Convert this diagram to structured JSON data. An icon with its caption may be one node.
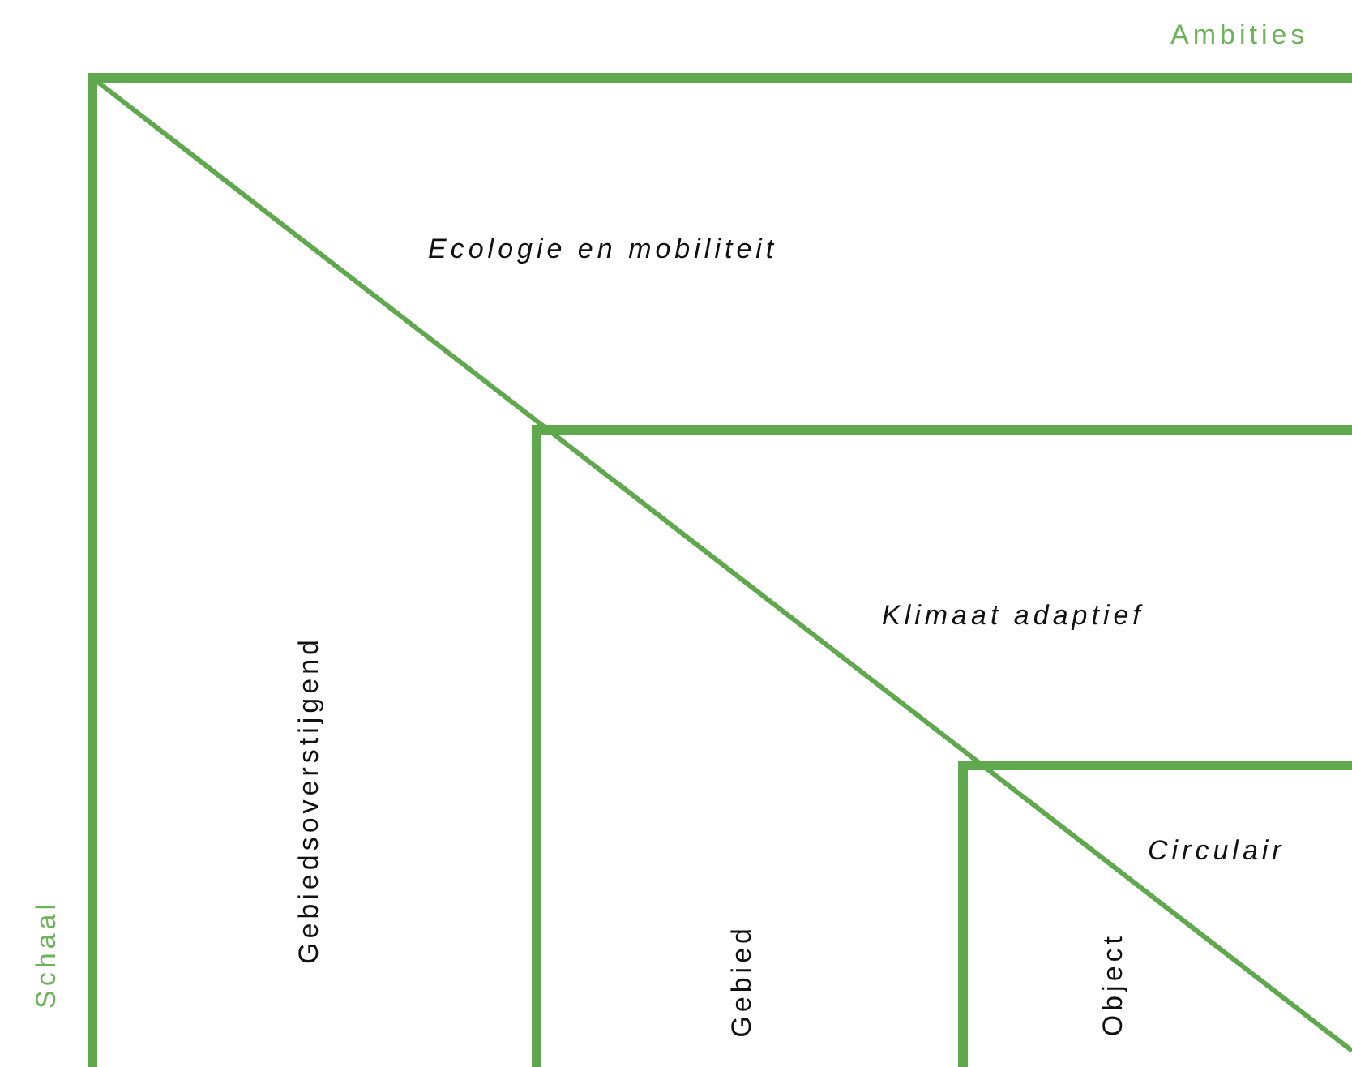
{
  "diagram": {
    "labels": [
      "Ambities",
      "Ecologie en mobiliteit",
      "Klimaat adaptief",
      "Circulair",
      "Schaal",
      "Gebiedsoverstijgend",
      "Gebied",
      "Object"
    ]
  }
}
